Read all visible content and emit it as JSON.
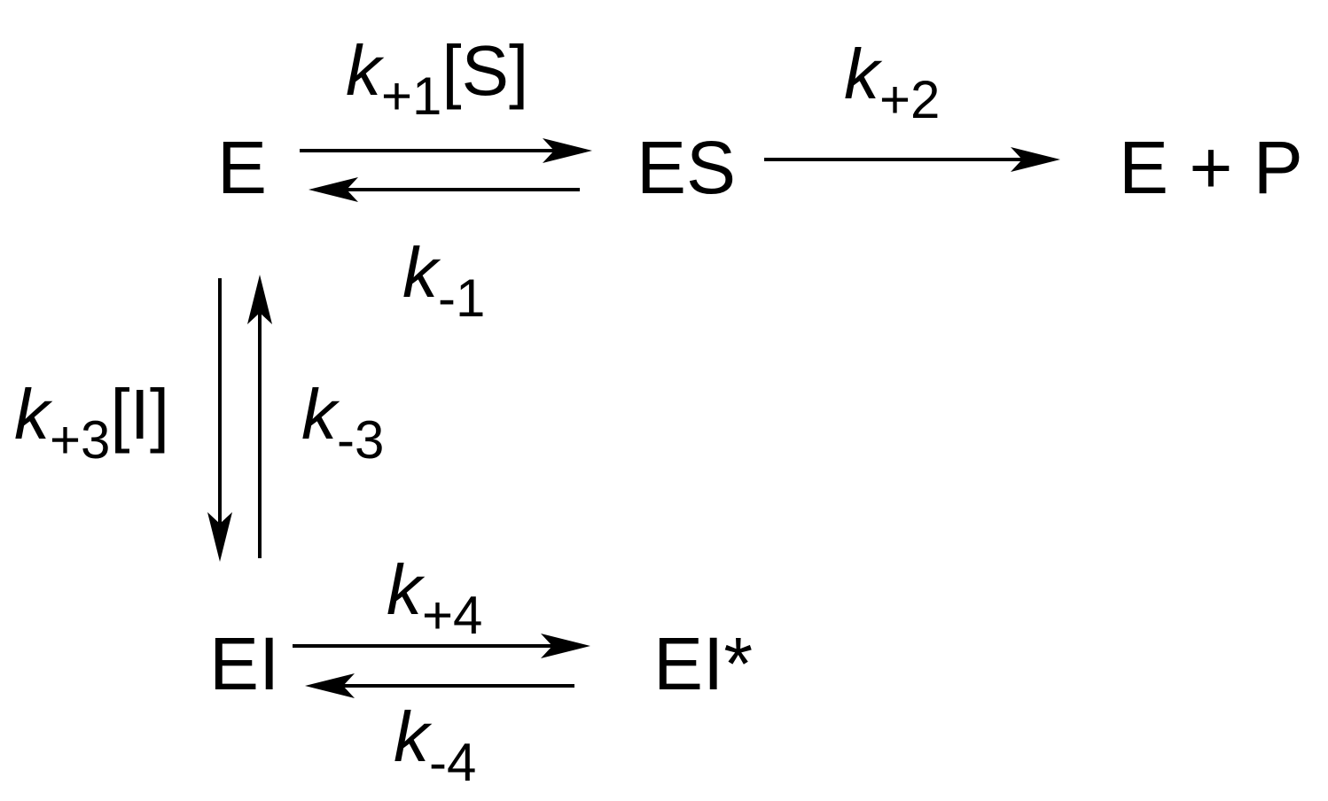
{
  "species": {
    "E": "E",
    "ES": "ES",
    "EP": "E + P",
    "EI": "EI",
    "EIstar": "EI*"
  },
  "rates": {
    "k1f": {
      "k": "k",
      "sub": "+1",
      "tail": "[S]"
    },
    "k1r": {
      "k": "k",
      "sub": "-1",
      "tail": ""
    },
    "k2": {
      "k": "k",
      "sub": "+2",
      "tail": ""
    },
    "k3f": {
      "k": "k",
      "sub": "+3",
      "tail": "[I]"
    },
    "k3r": {
      "k": "k",
      "sub": "-3",
      "tail": ""
    },
    "k4f": {
      "k": "k",
      "sub": "+4",
      "tail": ""
    },
    "k4r": {
      "k": "k",
      "sub": "-4",
      "tail": ""
    }
  },
  "colors": {
    "ink": "#000000",
    "background": "#ffffff"
  }
}
